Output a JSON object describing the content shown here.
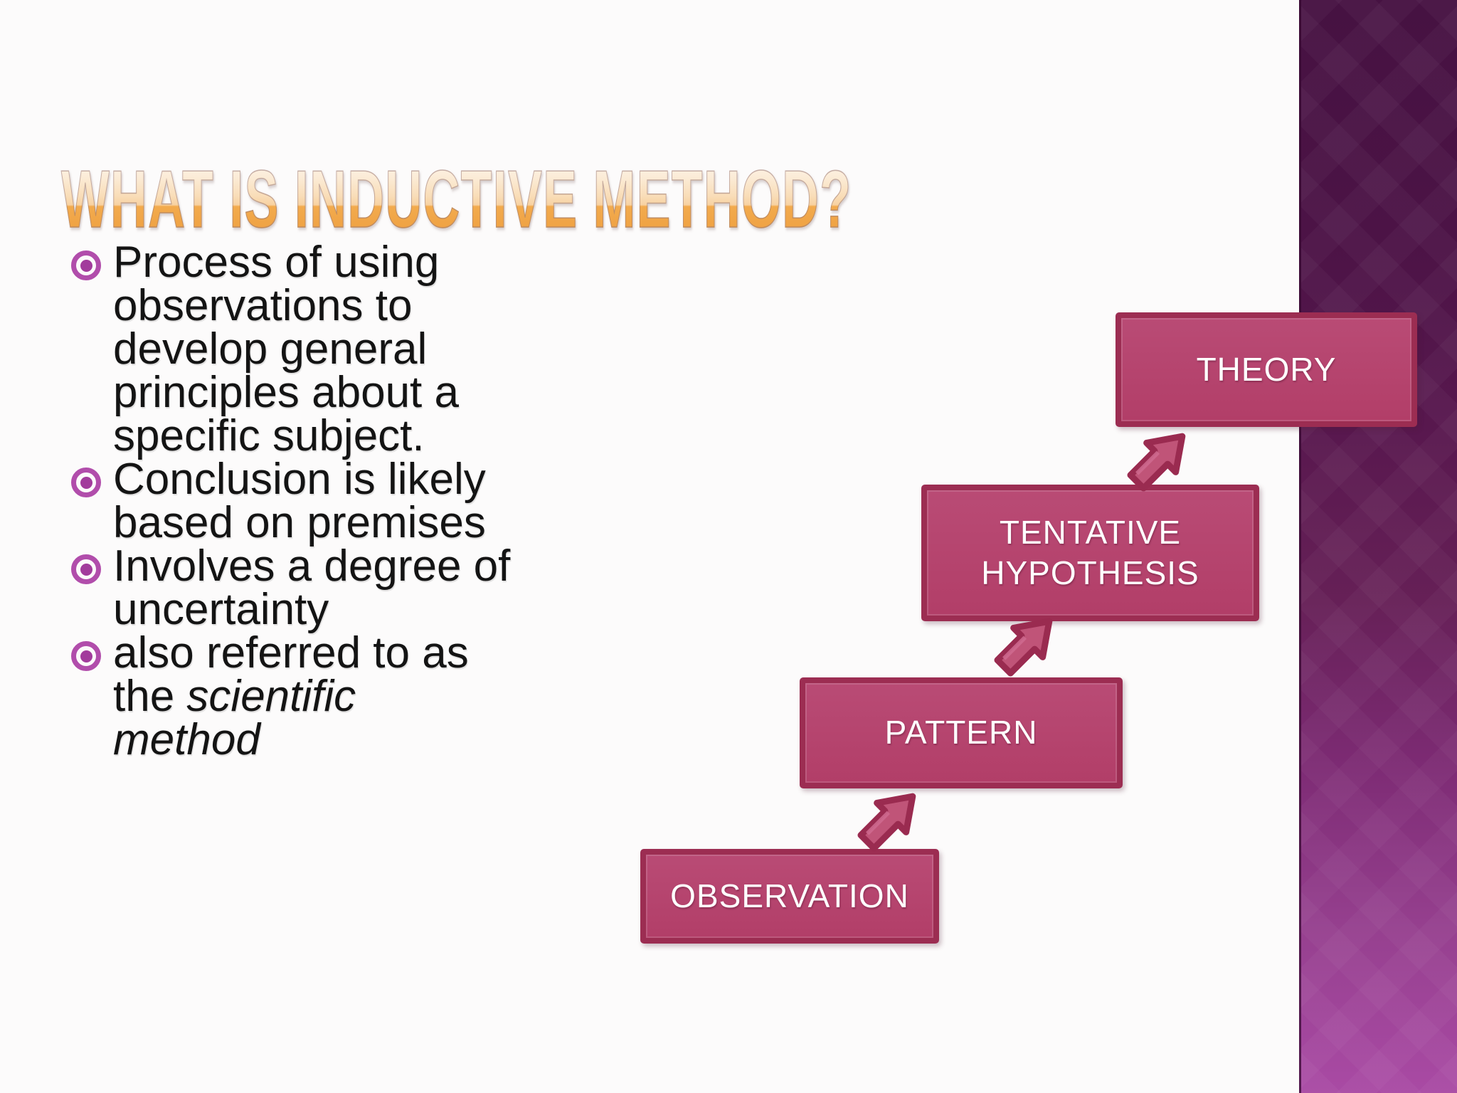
{
  "slide": {
    "title": "WHAT IS INDUCTIVE METHOD?",
    "background_color": "#fcfbfb"
  },
  "colors": {
    "title_gradient_top": "#fdf6ee",
    "title_gradient_bottom": "#eda03e",
    "body_text": "#141414",
    "bullet_marker": "#b14dab",
    "box_fill": "#b5406d",
    "box_border": "#9c2d52",
    "box_text": "#ffffff",
    "arrow_fill": "#c05478",
    "arrow_outline": "#9a2b50",
    "sidebar_gradient_top": "#461242",
    "sidebar_gradient_bottom": "#a94aa4"
  },
  "bullets": [
    {
      "lines": [
        "Process of using",
        "observations to",
        "develop general",
        "principles about a",
        "specific subject."
      ]
    },
    {
      "lines": [
        "Conclusion is likely",
        "based on premises"
      ]
    },
    {
      "lines": [
        "Involves a degree of",
        "uncertainty"
      ]
    },
    {
      "lines": [
        "also referred to as",
        "the *scientific*",
        "*method*"
      ]
    }
  ],
  "diagram": {
    "flow_order": [
      "OBSERVATION",
      "PATTERN",
      "TENTATIVE HYPOTHESIS",
      "THEORY"
    ],
    "boxes": [
      {
        "label": "OBSERVATION"
      },
      {
        "label": "PATTERN"
      },
      {
        "label": "TENTATIVE HYPOTHESIS"
      },
      {
        "label": "THEORY"
      }
    ],
    "arrows": [
      {
        "from": "OBSERVATION",
        "to": "PATTERN",
        "direction": "northeast"
      },
      {
        "from": "PATTERN",
        "to": "TENTATIVE HYPOTHESIS",
        "direction": "northeast"
      },
      {
        "from": "TENTATIVE HYPOTHESIS",
        "to": "THEORY",
        "direction": "northeast"
      }
    ]
  }
}
